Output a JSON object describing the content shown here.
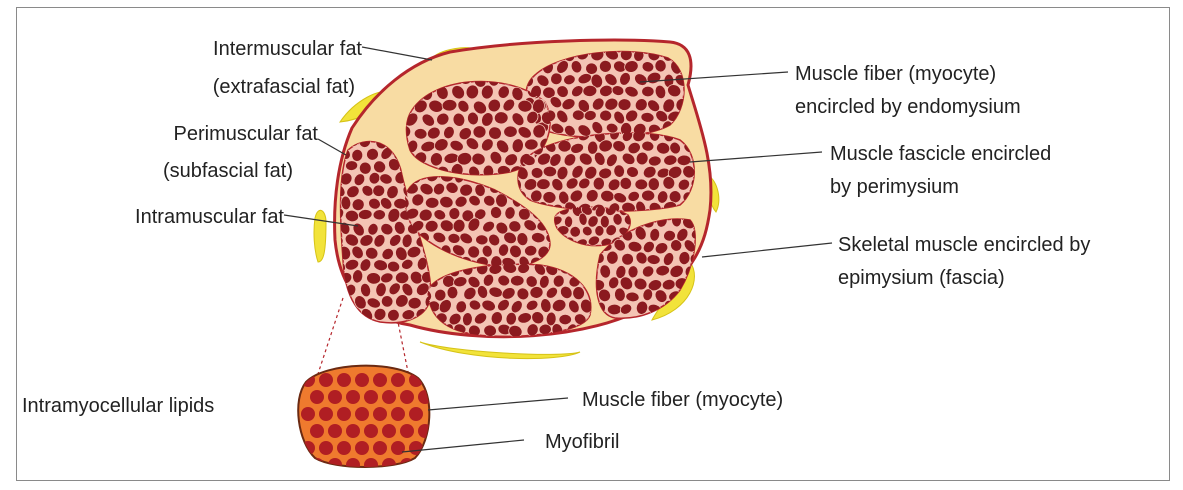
{
  "labels": {
    "intermuscular_fat_1": "Intermuscular fat",
    "intermuscular_fat_2": "(extrafascial fat)",
    "perimuscular_fat_1": "Perimuscular fat",
    "perimuscular_fat_2": "(subfascial fat)",
    "intramuscular_fat": "Intramuscular fat",
    "muscle_fiber_1": "Muscle fiber (myocyte)",
    "muscle_fiber_2": "encircled by endomysium",
    "fascicle_1": "Muscle fascicle encircled",
    "fascicle_2": "by perimysium",
    "skeletal_1": "Skeletal muscle encircled by",
    "skeletal_2": "epimysium (fascia)",
    "intramyocellular_lipids": "Intramyocellular lipids",
    "muscle_fiber_single": "Muscle fiber (myocyte)",
    "myofibril": "Myofibril"
  },
  "colors": {
    "muscle_fill": "#f8dca3",
    "epimysium": "#b5262c",
    "fascicle_fill": "#f4c4b4",
    "fiber": "#8b1a1f",
    "fat": "#f2e33a",
    "myocyte_fill": "#ef7a2e",
    "lipid": "#b01e23"
  }
}
